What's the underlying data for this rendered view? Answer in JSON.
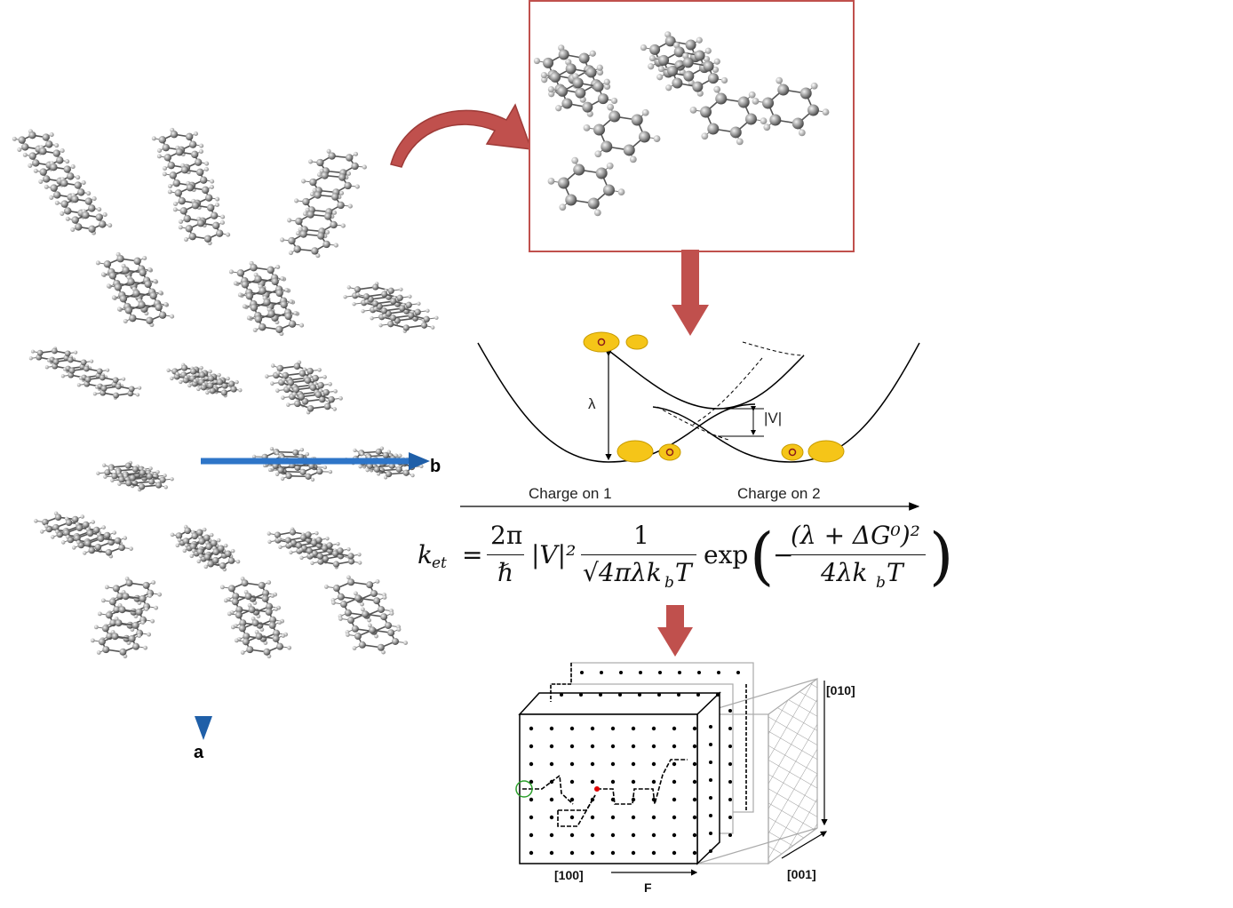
{
  "crystal": {
    "axis_b_label": "b",
    "axis_a_label": "a"
  },
  "potential": {
    "lambda_label": "λ",
    "coupling_label": "|V|",
    "xaxis_left": "Charge on 1",
    "xaxis_right": "Charge on 2"
  },
  "formula": {
    "lhs": "k",
    "lhs_sub": "et",
    "equals": "=",
    "num1": "2π",
    "den1": "ℏ",
    "coupling": "|V|²",
    "num2": "1",
    "den2": "√4πλk",
    "den2_sub": "b",
    "den2_tail": "T",
    "exp": "exp",
    "num3": "(λ + ΔG⁰)²",
    "den3": "4λk",
    "den3_sub": "b",
    "den3_tail": "T"
  },
  "lattice": {
    "dir_x": "[100]",
    "dir_y": "[010]",
    "dir_z": "[001]",
    "field": "F"
  },
  "colors": {
    "arrow_red": "#c0504d",
    "axis_blue": "#2e75c8",
    "lobe_yellow": "#f5c518",
    "atom_grey": "#8c8c8c"
  }
}
